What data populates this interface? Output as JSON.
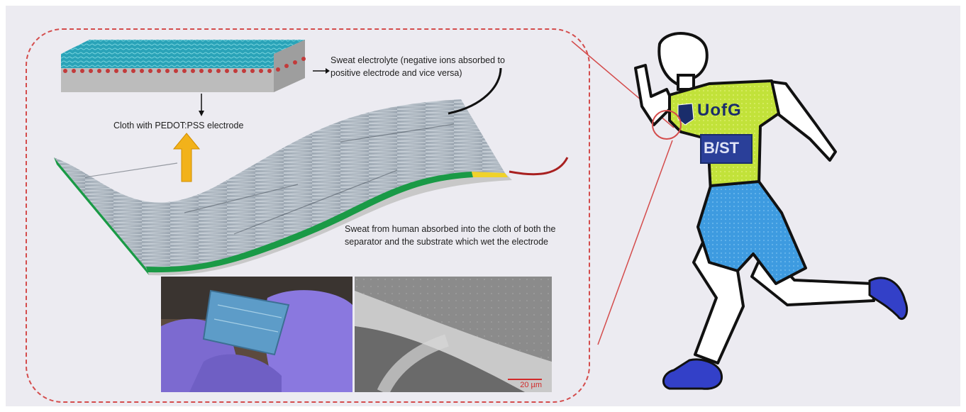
{
  "annotations": {
    "sweat_electrolyte": "Sweat electrolyte (negative ions absorbed to positive electrode and vice versa)",
    "cloth_electrode": "Cloth with PEDOT:PSS electrode",
    "sweat_from_human": "Sweat from human absorbed into the cloth of both the separator and the substrate which wet the electrode"
  },
  "photos": {
    "sem_scale_label": "20 µm"
  },
  "shirt": {
    "logo_text": "UofG",
    "label_text": "B/ST"
  },
  "colors": {
    "background": "#ecebf1",
    "callout_border": "#d44c4c",
    "shirt": "#c2e23a",
    "shorts": "#3e9be0",
    "shoes": "#3340c8",
    "electrode": "#2aa3b8",
    "separator_edge": "#1a9a46",
    "arrow": "#f2b21a"
  }
}
